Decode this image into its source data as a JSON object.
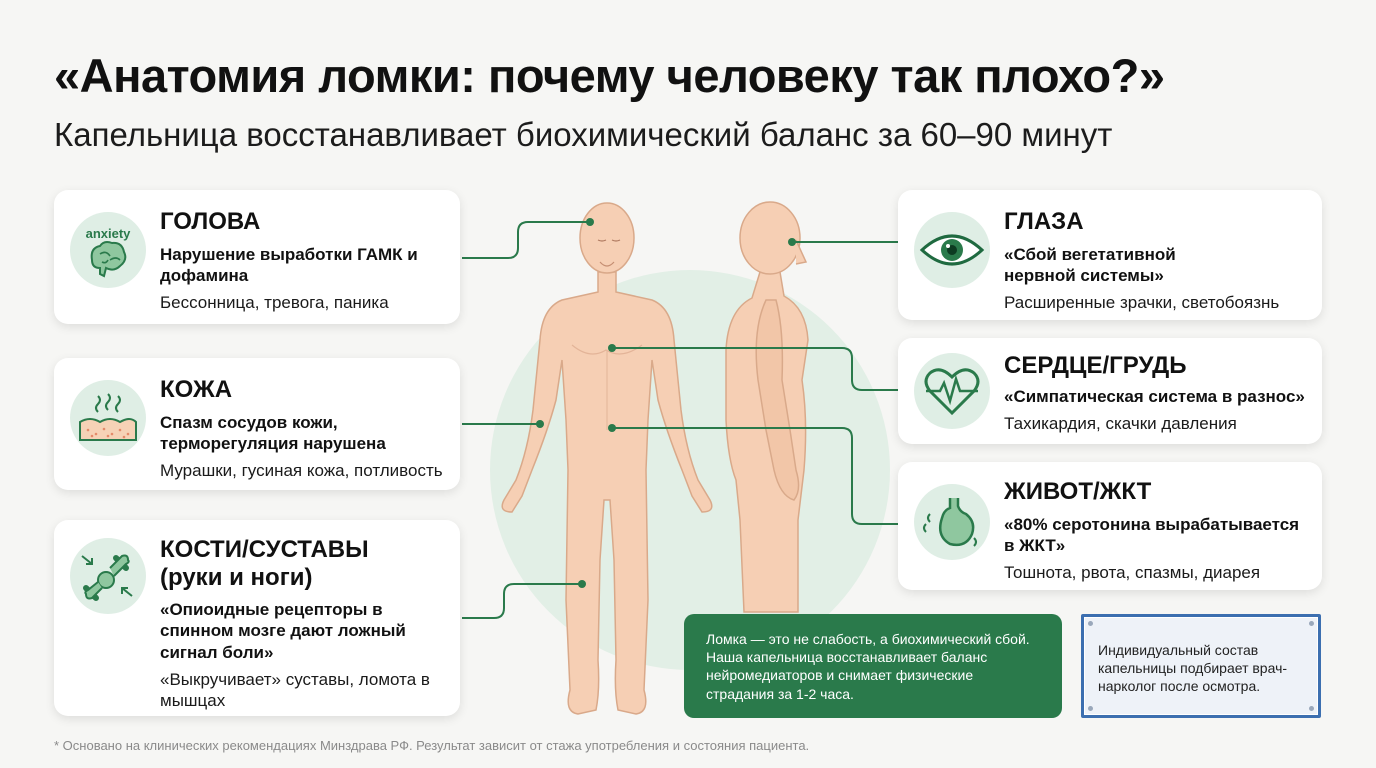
{
  "header": {
    "title": "«Анатомия ломки: почему человеку так плохо?»",
    "subtitle": "Капельница восстанавливает биохимический баланс за 60–90 минут"
  },
  "cards": {
    "head": {
      "title": "ГОЛОВА",
      "main": "Нарушение выработки ГАМК и дофамина",
      "sub": "Бессонница, тревога, паника",
      "icon_word": "anxiety"
    },
    "skin": {
      "title": "КОЖА",
      "main": "Спазм сосудов кожи, терморегуляция нарушена",
      "sub": "Мурашки, гусиная кожа, потливость"
    },
    "bones": {
      "title": "КОСТИ/СУСТАВЫ (руки и ноги)",
      "main": "«Опиоидные рецепторы в спинном мозге дают ложный сигнал боли»",
      "sub": "«Выкручивает» суставы, ломота в мышцах"
    },
    "eyes": {
      "title": "ГЛАЗА",
      "main": "«Сбой вегетативной нервной системы»",
      "sub": "Расширенные зрачки, светобоязнь"
    },
    "heart": {
      "title": "СЕРДЦЕ/ГРУДЬ",
      "main": "«Симпатическая система в разнос»",
      "sub": "Тахикардия, скачки давления"
    },
    "stomach": {
      "title": "ЖИВОТ/ЖКТ",
      "main": "«80% серотонина вырабатывается в ЖКТ»",
      "sub": "Тошнота, рвота, спазмы, диарея"
    }
  },
  "notes": {
    "green": "Ломка — это не слабость, а биохимический сбой. Наша капельница восстанавливает баланс нейромедиаторов и снимает физические страдания за 1-2 часа.",
    "blue": "Индивидуальный состав капельницы подбирает врач-нарколог после осмотра."
  },
  "footnote": "* Основано на клинических рекомендациях Минздрава РФ. Результат зависит от стажа употребления и состояния пациента.",
  "colors": {
    "accent": "#2a7a4b",
    "icon_bg": "#dfeee5",
    "skin": "#f6cfb4",
    "blue_border": "#3c6fb0"
  }
}
